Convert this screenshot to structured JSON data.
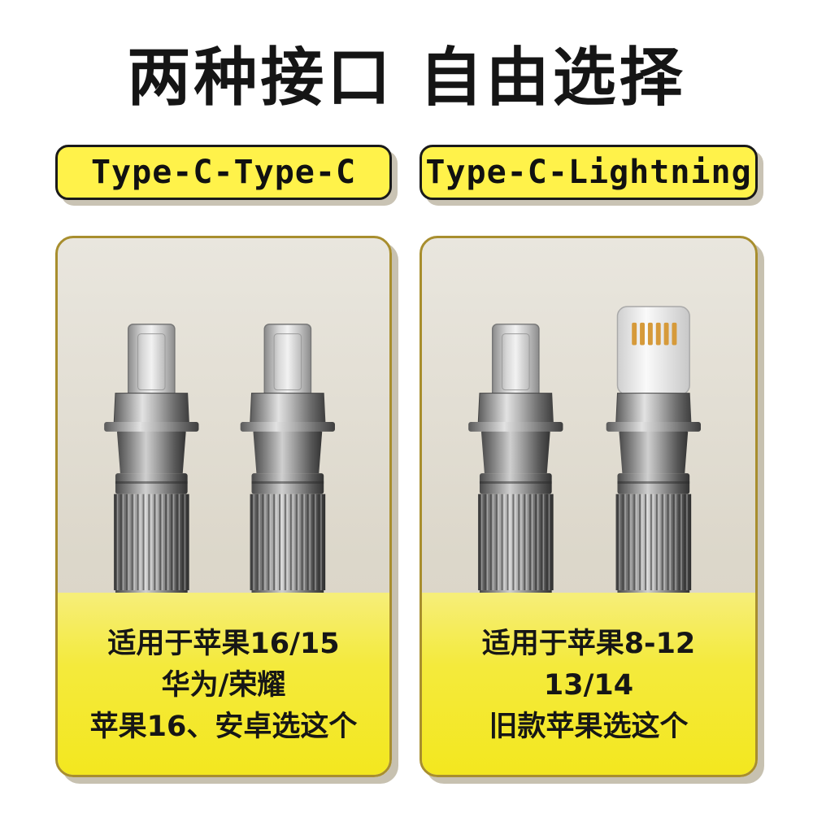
{
  "headline": "两种接口 自由选择",
  "options": [
    {
      "label": "Type-C-Type-C",
      "connectors": [
        "type-c",
        "type-c"
      ],
      "caption": [
        "适用于苹果16/15",
        "华为/荣耀",
        "苹果16、安卓选这个"
      ]
    },
    {
      "label": "Type-C-Lightning",
      "connectors": [
        "type-c",
        "lightning"
      ],
      "caption": [
        "适用于苹果8-12",
        "13/14",
        "旧款苹果选这个"
      ]
    }
  ],
  "colors": {
    "accent_yellow": "#fff24a",
    "panel_border": "#a88e2e",
    "text_dark": "#151515",
    "lightning_pins": "#d69a3a"
  }
}
